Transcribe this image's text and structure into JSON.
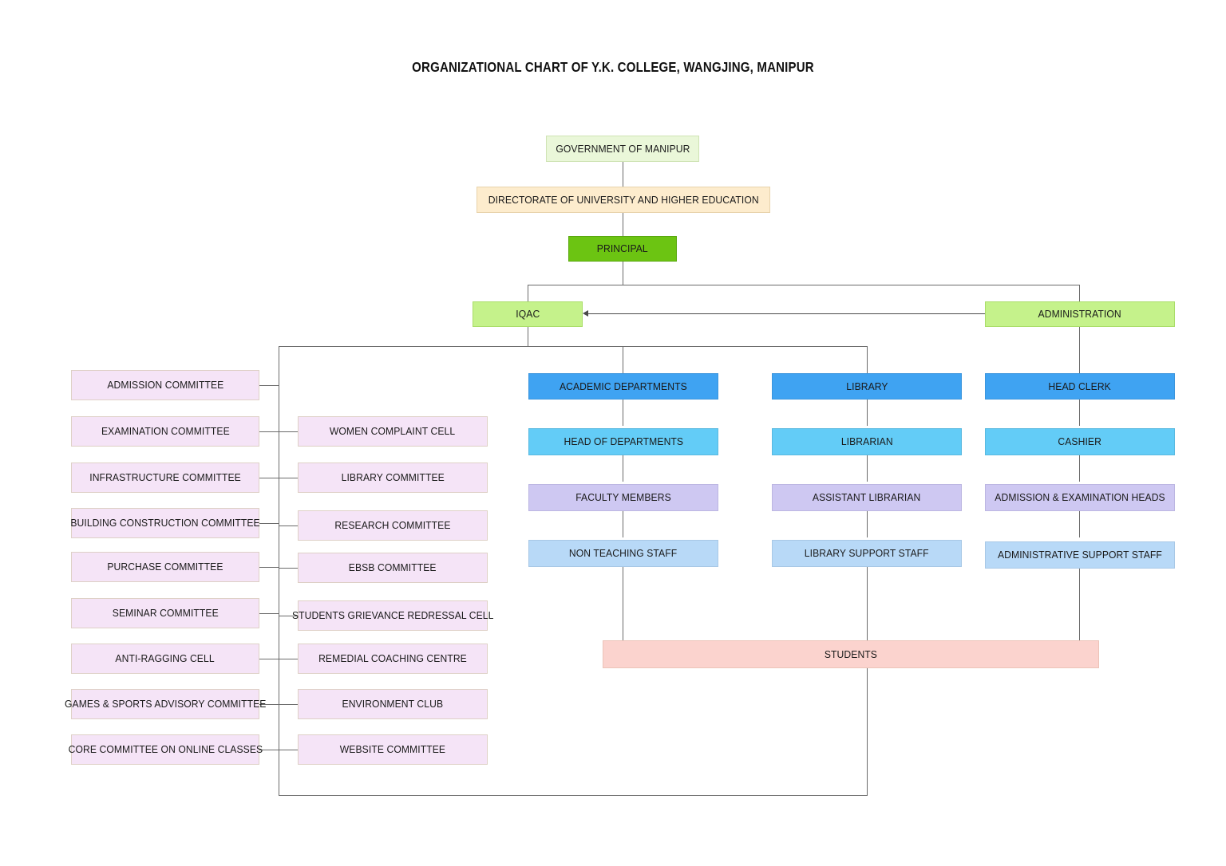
{
  "title": "ORGANIZATIONAL CHART OF Y.K. COLLEGE, WANGJING, MANIPUR",
  "colors": {
    "government": "#eaf7d9",
    "directorate": "#fdeccd",
    "principal": "#6cc412",
    "iqac": "#c5f28b",
    "administration": "#c5f28b",
    "tier1_blue": "#3fa3f2",
    "tier2_blue": "#63ccf7",
    "tier3_lavender": "#cec8f2",
    "tier4_blue": "#b8d9f7",
    "committee": "#f5e4f7",
    "students": "#fbd3ce",
    "connector": "#6b6b6b"
  },
  "hierarchy": {
    "government": "GOVERNMENT OF MANIPUR",
    "directorate": "DIRECTORATE OF UNIVERSITY AND HIGHER EDUCATION",
    "principal": "PRINCIPAL",
    "iqac": "IQAC",
    "administration": "ADMINISTRATION",
    "students": "STUDENTS"
  },
  "committees_left": [
    "ADMISSION COMMITTEE",
    "EXAMINATION COMMITTEE",
    "INFRASTRUCTURE COMMITTEE",
    "BUILDING CONSTRUCTION COMMITTEE",
    "PURCHASE COMMITTEE",
    "SEMINAR COMMITTEE",
    "ANTI-RAGGING CELL",
    "GAMES & SPORTS ADVISORY COMMITTEE",
    "CORE COMMITTEE ON ONLINE CLASSES"
  ],
  "committees_right": [
    "WOMEN COMPLAINT CELL",
    "LIBRARY COMMITTEE",
    "RESEARCH COMMITTEE",
    "EBSB COMMITTEE",
    "STUDENTS GRIEVANCE REDRESSAL CELL",
    "REMEDIAL COACHING CENTRE",
    "ENVIRONMENT CLUB",
    "WEBSITE COMMITTEE"
  ],
  "columns": {
    "academic": [
      "ACADEMIC DEPARTMENTS",
      "HEAD OF DEPARTMENTS",
      "FACULTY MEMBERS",
      "NON TEACHING STAFF"
    ],
    "library": [
      "LIBRARY",
      "LIBRARIAN",
      "ASSISTANT LIBRARIAN",
      "LIBRARY SUPPORT STAFF"
    ],
    "administration": [
      "HEAD CLERK",
      "CASHIER",
      "ADMISSION & EXAMINATION HEADS",
      "ADMINISTRATIVE SUPPORT STAFF"
    ]
  }
}
